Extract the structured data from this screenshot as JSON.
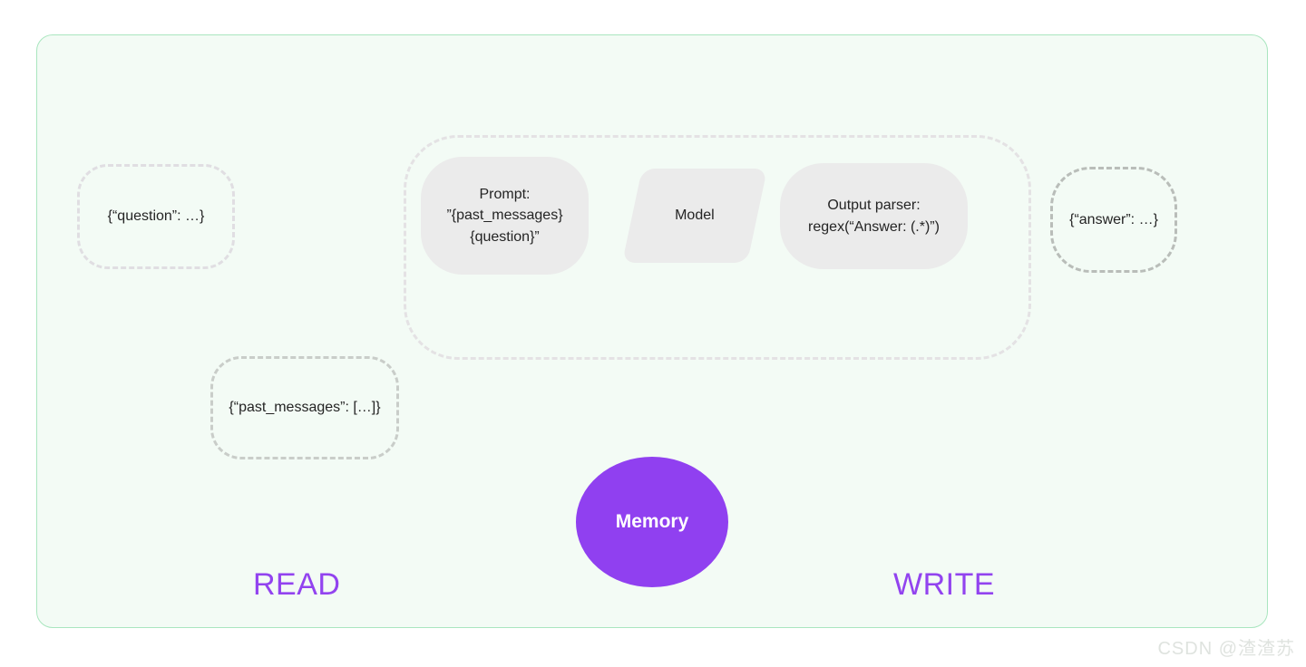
{
  "diagram": {
    "title": "Memory read/write chain diagram",
    "colors": {
      "panel_background": "#f3fbf5",
      "panel_border": "#a9e6bf",
      "memory_fill": "#9040f0",
      "memory_text": "#ffffff",
      "purple_path": "#ddbdf8",
      "label_purple": "#9243ef",
      "step_fill": "#ebebeb",
      "gray_line": "#9a9a9a",
      "dashed_border_light": "#e0dee2",
      "dashed_border_dark": "#b9bdb9"
    },
    "io_nodes": [
      {
        "id": "question",
        "label": "{“question”: …}"
      },
      {
        "id": "past_messages",
        "label": "{“past_messages”: […]}"
      },
      {
        "id": "answer",
        "label": "{“answer”: …}"
      }
    ],
    "chain_steps": [
      {
        "id": "prompt",
        "shape": "rounded",
        "lines": [
          "Prompt:",
          "”{past_messages}",
          "{question}”"
        ]
      },
      {
        "id": "model",
        "shape": "parallelogram",
        "lines": [
          "Model"
        ]
      },
      {
        "id": "output_parser",
        "shape": "rounded",
        "lines": [
          "Output parser:",
          "regex(“Answer: (.*)”)"
        ]
      }
    ],
    "memory": {
      "label": "Memory"
    },
    "flow_labels": {
      "read": "READ",
      "write": "WRITE"
    },
    "watermark": "CSDN @渣渣苏"
  }
}
